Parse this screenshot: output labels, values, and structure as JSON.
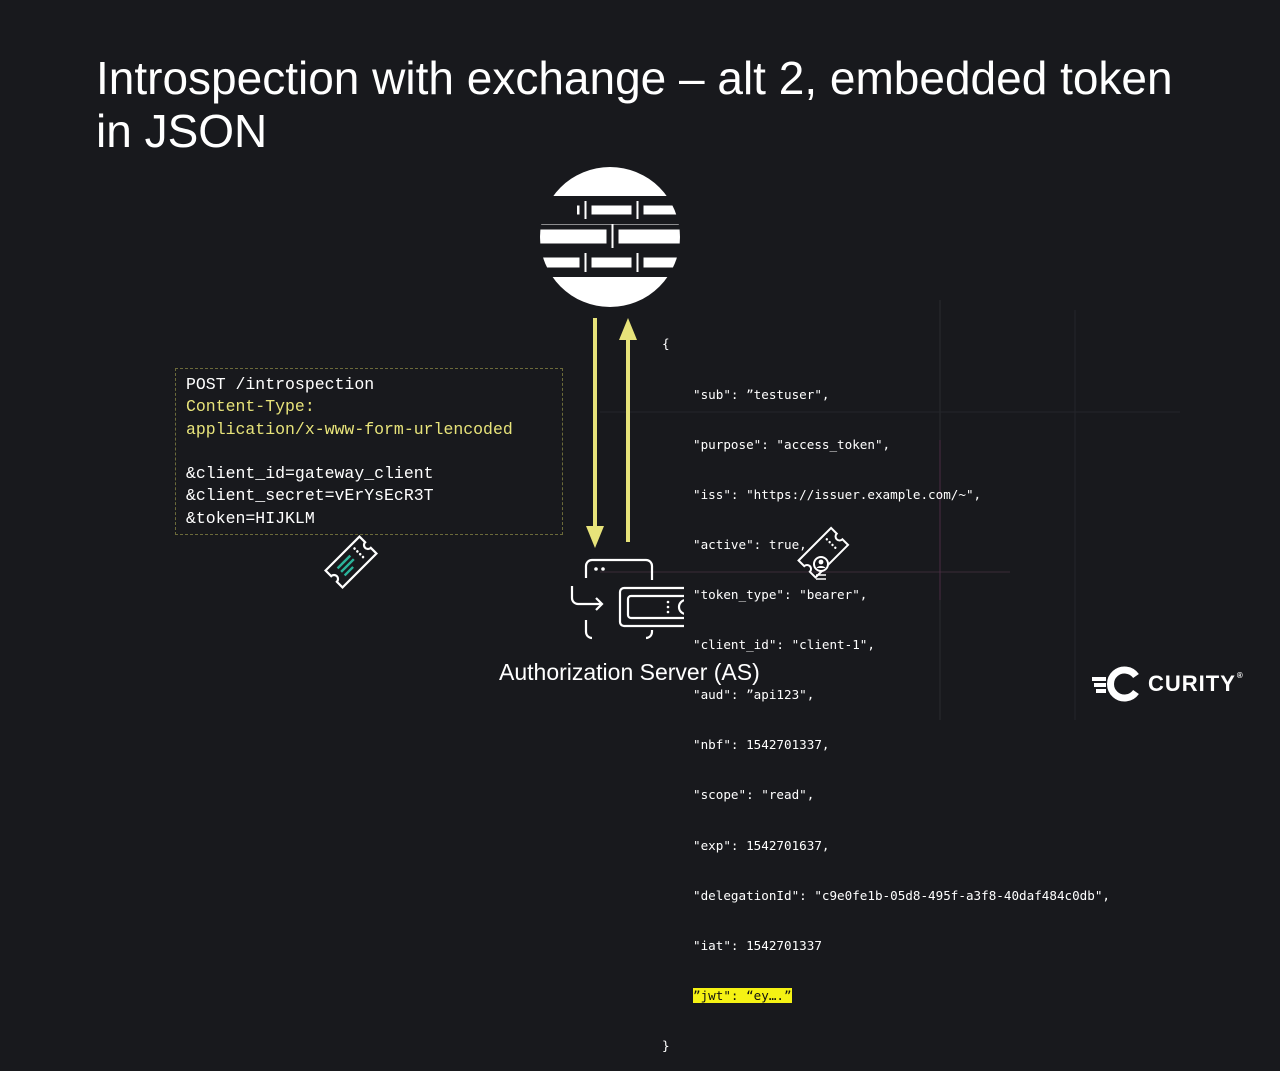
{
  "slide": {
    "title": "Introspection with exchange – alt 2, embedded token in JSON",
    "caption": "Authorization Server (AS)"
  },
  "request": {
    "line1": "POST /introspection",
    "line2": "Content-Type:",
    "line3": "application/x-www-form-urlencoded",
    "line4": "&client_id=gateway_client",
    "line5": "&client_secret=vErYsEcR3T",
    "line6": "&token=HIJKLM"
  },
  "response": {
    "open": "{",
    "lines": [
      "\"sub\": ”testuser\",",
      "\"purpose\": \"access_token\",",
      "\"iss\": \"https://issuer.example.com/~\",",
      "\"active\": true,",
      "\"token_type\": \"bearer\",",
      "\"client_id\": \"client-1\",",
      "\"aud\": ”api123\",",
      "\"nbf\": 1542701337,",
      "\"scope\": \"read\",",
      "\"exp\": 1542701637,",
      "\"delegationId\": \"c9e0fe1b-05d8-495f-a3f8-40daf484c0db\",",
      "\"iat\": 1542701337"
    ],
    "highlight": "”jwt\": “ey….”",
    "close": "}"
  },
  "logo": {
    "text": "CURITY",
    "mark": "®"
  },
  "colors": {
    "background": "#18191d",
    "arrow": "#e7e37a",
    "highlight": "#f5f214",
    "accent_teal": "#2bb39a"
  },
  "icons": [
    "firewall-icon",
    "authorization-server-icon",
    "token-ticket-icon",
    "user-token-ticket-icon",
    "arrow-down-icon",
    "arrow-up-icon",
    "curity-logo-icon"
  ]
}
